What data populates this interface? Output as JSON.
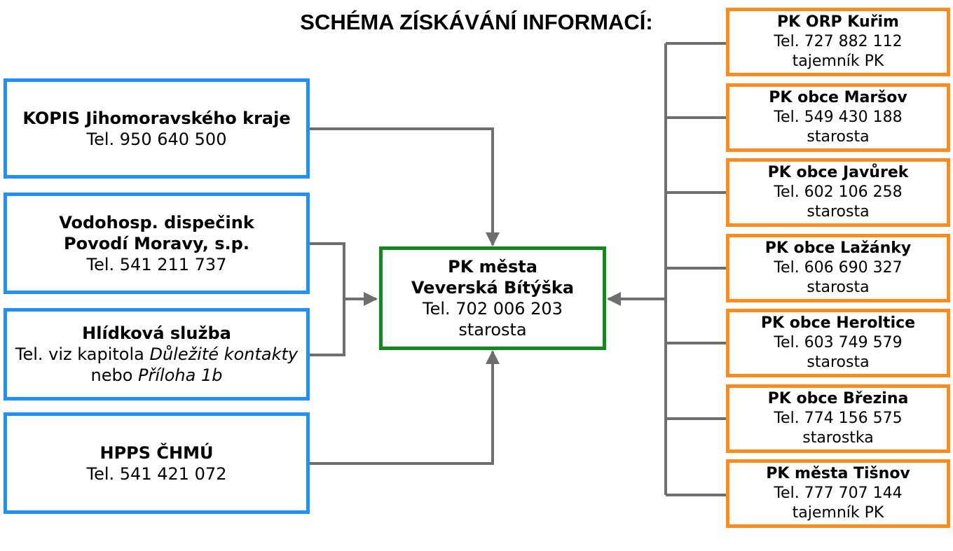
{
  "title": "SCHÉMA ZÍSKÁVÁNÍ INFORMACÍ:",
  "colors": {
    "left_border": "#1e90ff",
    "center_border": "#118a1d",
    "right_border": "#ff8a1d",
    "connector": "#6e6e6e"
  },
  "center": {
    "name_line1": "PK města",
    "name_line2": "Veverská Bítýška",
    "phone": "Tel. 702 006 203",
    "role": "starosta"
  },
  "left_sources": [
    {
      "name": "KOPIS Jihomoravského kraje",
      "phone": "Tel. 950 640 500"
    },
    {
      "name_line1": "Vodohosp. dispečink",
      "name_line2": "Povodí Moravy, s.p.",
      "phone": "Tel. 541 211 737"
    },
    {
      "name": "Hlídková služba",
      "phone_prefix": "Tel. viz kapitola ",
      "phone_ref": "Důležité kontakty",
      "alt_prefix": "nebo ",
      "alt_ref": "Příloha 1b"
    },
    {
      "name": "HPPS ČHMÚ",
      "phone": "Tel. 541 421 072"
    }
  ],
  "right_contacts": [
    {
      "name": "PK ORP Kuřim",
      "phone": "Tel. 727 882 112",
      "role": "tajemník PK"
    },
    {
      "name": "PK obce Maršov",
      "phone": "Tel. 549 430 188",
      "role": "starosta"
    },
    {
      "name": "PK obce Javůrek",
      "phone": "Tel. 602 106 258",
      "role": "starosta"
    },
    {
      "name": "PK obce Lažánky",
      "phone": "Tel. 606 690 327",
      "role": "starosta"
    },
    {
      "name": "PK obce Heroltice",
      "phone": "Tel. 603 749 579",
      "role": "starosta"
    },
    {
      "name": "PK obce Březina",
      "phone": "Tel. 774 156 575",
      "role": "starostka"
    },
    {
      "name": "PK města Tišnov",
      "phone": "Tel. 777 707 144",
      "role": "tajemník PK"
    }
  ]
}
